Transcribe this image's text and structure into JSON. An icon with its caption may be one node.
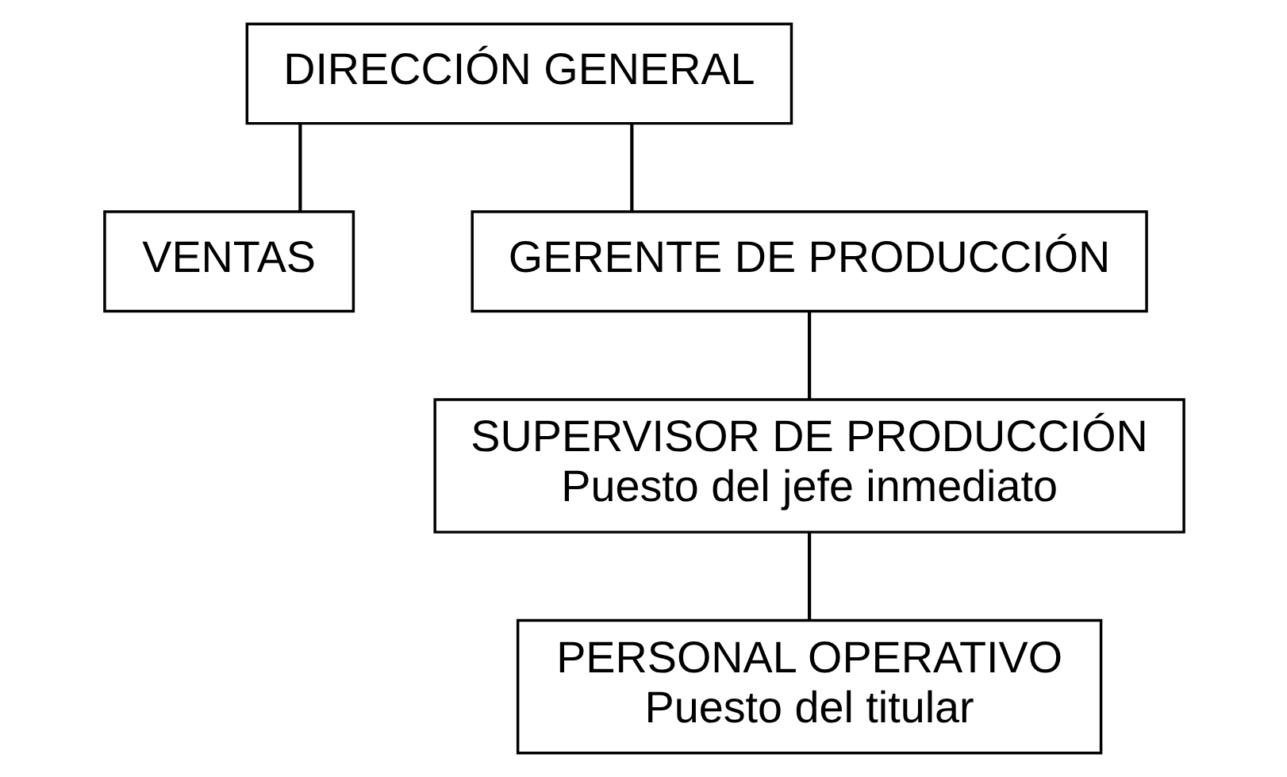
{
  "diagram": {
    "nodes": [
      {
        "text": [
          "DIRECCIÓN GENERAL"
        ]
      },
      {
        "text": [
          "VENTAS"
        ]
      },
      {
        "text": [
          "GERENTE DE PRODUCCIÓN"
        ]
      },
      {
        "text": [
          "SUPERVISOR DE PRODUCCIÓN",
          "Puesto del jefe inmediato"
        ]
      },
      {
        "text": [
          "PERSONAL OPERATIVO",
          "Puesto del titular"
        ]
      }
    ],
    "edges": [
      {
        "from": 0,
        "to": 1,
        "arrow": "none"
      },
      {
        "from": 0,
        "to": 2,
        "arrow": "none"
      },
      {
        "from": 2,
        "to": 3,
        "arrow": "none"
      },
      {
        "from": 3,
        "to": 4,
        "arrow": "none"
      }
    ]
  }
}
